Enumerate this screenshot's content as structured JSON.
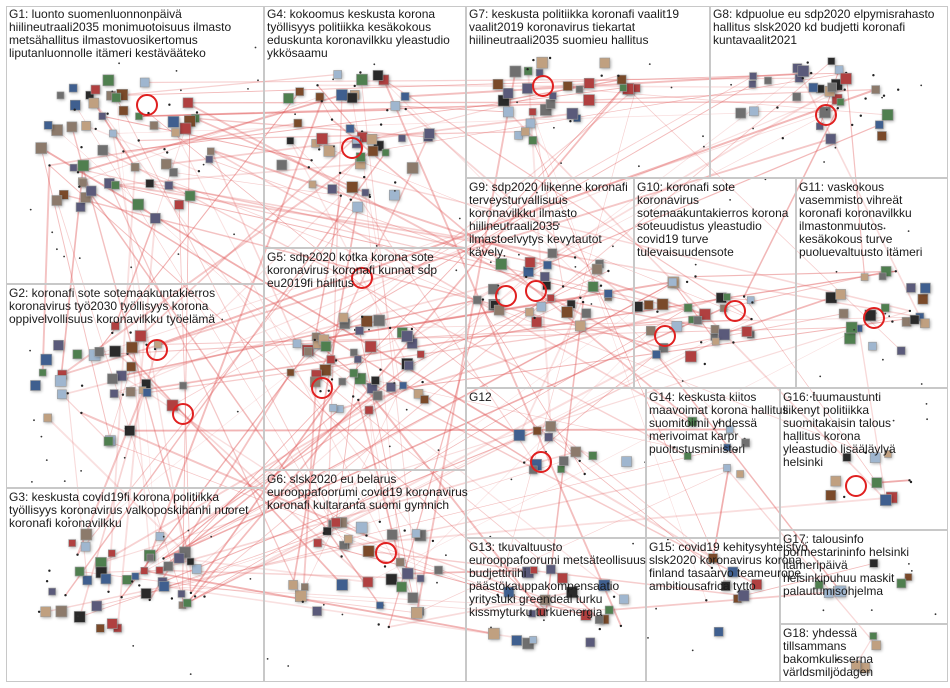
{
  "groups": [
    {
      "id": "G1",
      "text": "G1: luonto suomenluonnonpäivä\nhiilineutraali2035 monimuotoisuus ilmasto\nmetsähallitus ilmastovuosikertomus\nliputanluonnolle itämeri kestävääteko"
    },
    {
      "id": "G2",
      "text": "G2: koronafi sote sotemaakuntakierros\nkoronavirus työ2030 työllisyys korona\noppivelvollisuus koronavilkku työelämä"
    },
    {
      "id": "G3",
      "text": "G3: keskusta covid19fi korona politiikka\ntyöllisyys koronavirus valkoposkihanhi nuoret\nkoronafi koronavilkku"
    },
    {
      "id": "G4",
      "text": "G4: kokoomus keskusta korona\ntyöllisyys politiikka kesäkokous\neduskunta koronavilkku yleastudio\nykkösaamu"
    },
    {
      "id": "G5",
      "text": "G5: sdp2020 kotka korona sote\nkoronavirus koronafi kunnat sdp\neu2019fi hallitus"
    },
    {
      "id": "G6",
      "text": "G6: slsk2020 eu belarus\neurooppafoorumi covid19 koronavirus\nkoronafi kultaranta suomi gymnich"
    },
    {
      "id": "G7",
      "text": "G7: keskusta politiikka koronafi vaalit19\nvaalit2019 koronavirus tiekartat\nhiilineutraali2035 suomieu hallitus"
    },
    {
      "id": "G8",
      "text": "G8: kdpuolue eu sdp2020 elpymisrahasto\nhallitus slsk2020 kd budjetti koronafi\nkuntavaalit2021"
    },
    {
      "id": "G9",
      "text": "G9: sdp2020 liikenne koronafi\nterveysturvallisuus\nkoronavilkku ilmasto\nhiilineutraali2035\nilmastoelvytys kevytautot\nkävely"
    },
    {
      "id": "G10",
      "text": "G10: koronafi sote\nkoronavirus\nsotemaakuntakierros korona\nsoteuudistus yleastudio\ncovid19 turve\ntulevaisuudensote"
    },
    {
      "id": "G11",
      "text": "G11: vaskokous\nvasemmisto vihreät\nkoronafi koronavilkku\nilmastonmuutos\nkesäkokous turve\npuoluevaltuusto itämeri"
    },
    {
      "id": "G12",
      "text": "G12"
    },
    {
      "id": "G13",
      "text": "G13: tkuvaltuusto\neurooppafoorumi metsäteollisuus\nbudjettiriihi\npäästökauppakompensaatio\nyritystuki greendeal turku\nkissmyturku turkuenergia"
    },
    {
      "id": "G14",
      "text": "G14: keskusta kiitos\nmaavoimat korona hallitus\nsuomitoimii yhdessä\nmerivoimat karpr\npuolustusministeri"
    },
    {
      "id": "G15",
      "text": "G15: covid19 kehitysyhteistyö\nslsk2020 koronavirus korona\nfinland tasaarvo teameurope\nambitiousafrica tytto"
    },
    {
      "id": "G16",
      "text": "G16: tuumaustunti\nliikenyt politiikka\nsuomitakaisin talous\nhallitus korona\nyleastudio lisääläylyä\nhelsinki"
    },
    {
      "id": "G17",
      "text": "G17: talousinfo\npormestarininfo helsinki\nitämeripäivä\nhelsinkipuhuu maskit\npalautumisohjelma"
    },
    {
      "id": "G18",
      "text": "G18: yhdessä\ntillsammans\nbakomkulisserna\nvärldsmiljödagen"
    }
  ],
  "colors": {
    "edge": "#e05a5a",
    "loop": "#e02020",
    "node_border": "#9a9a9a",
    "box_border": "#c8c8c8",
    "text": "#1a1a1a"
  }
}
